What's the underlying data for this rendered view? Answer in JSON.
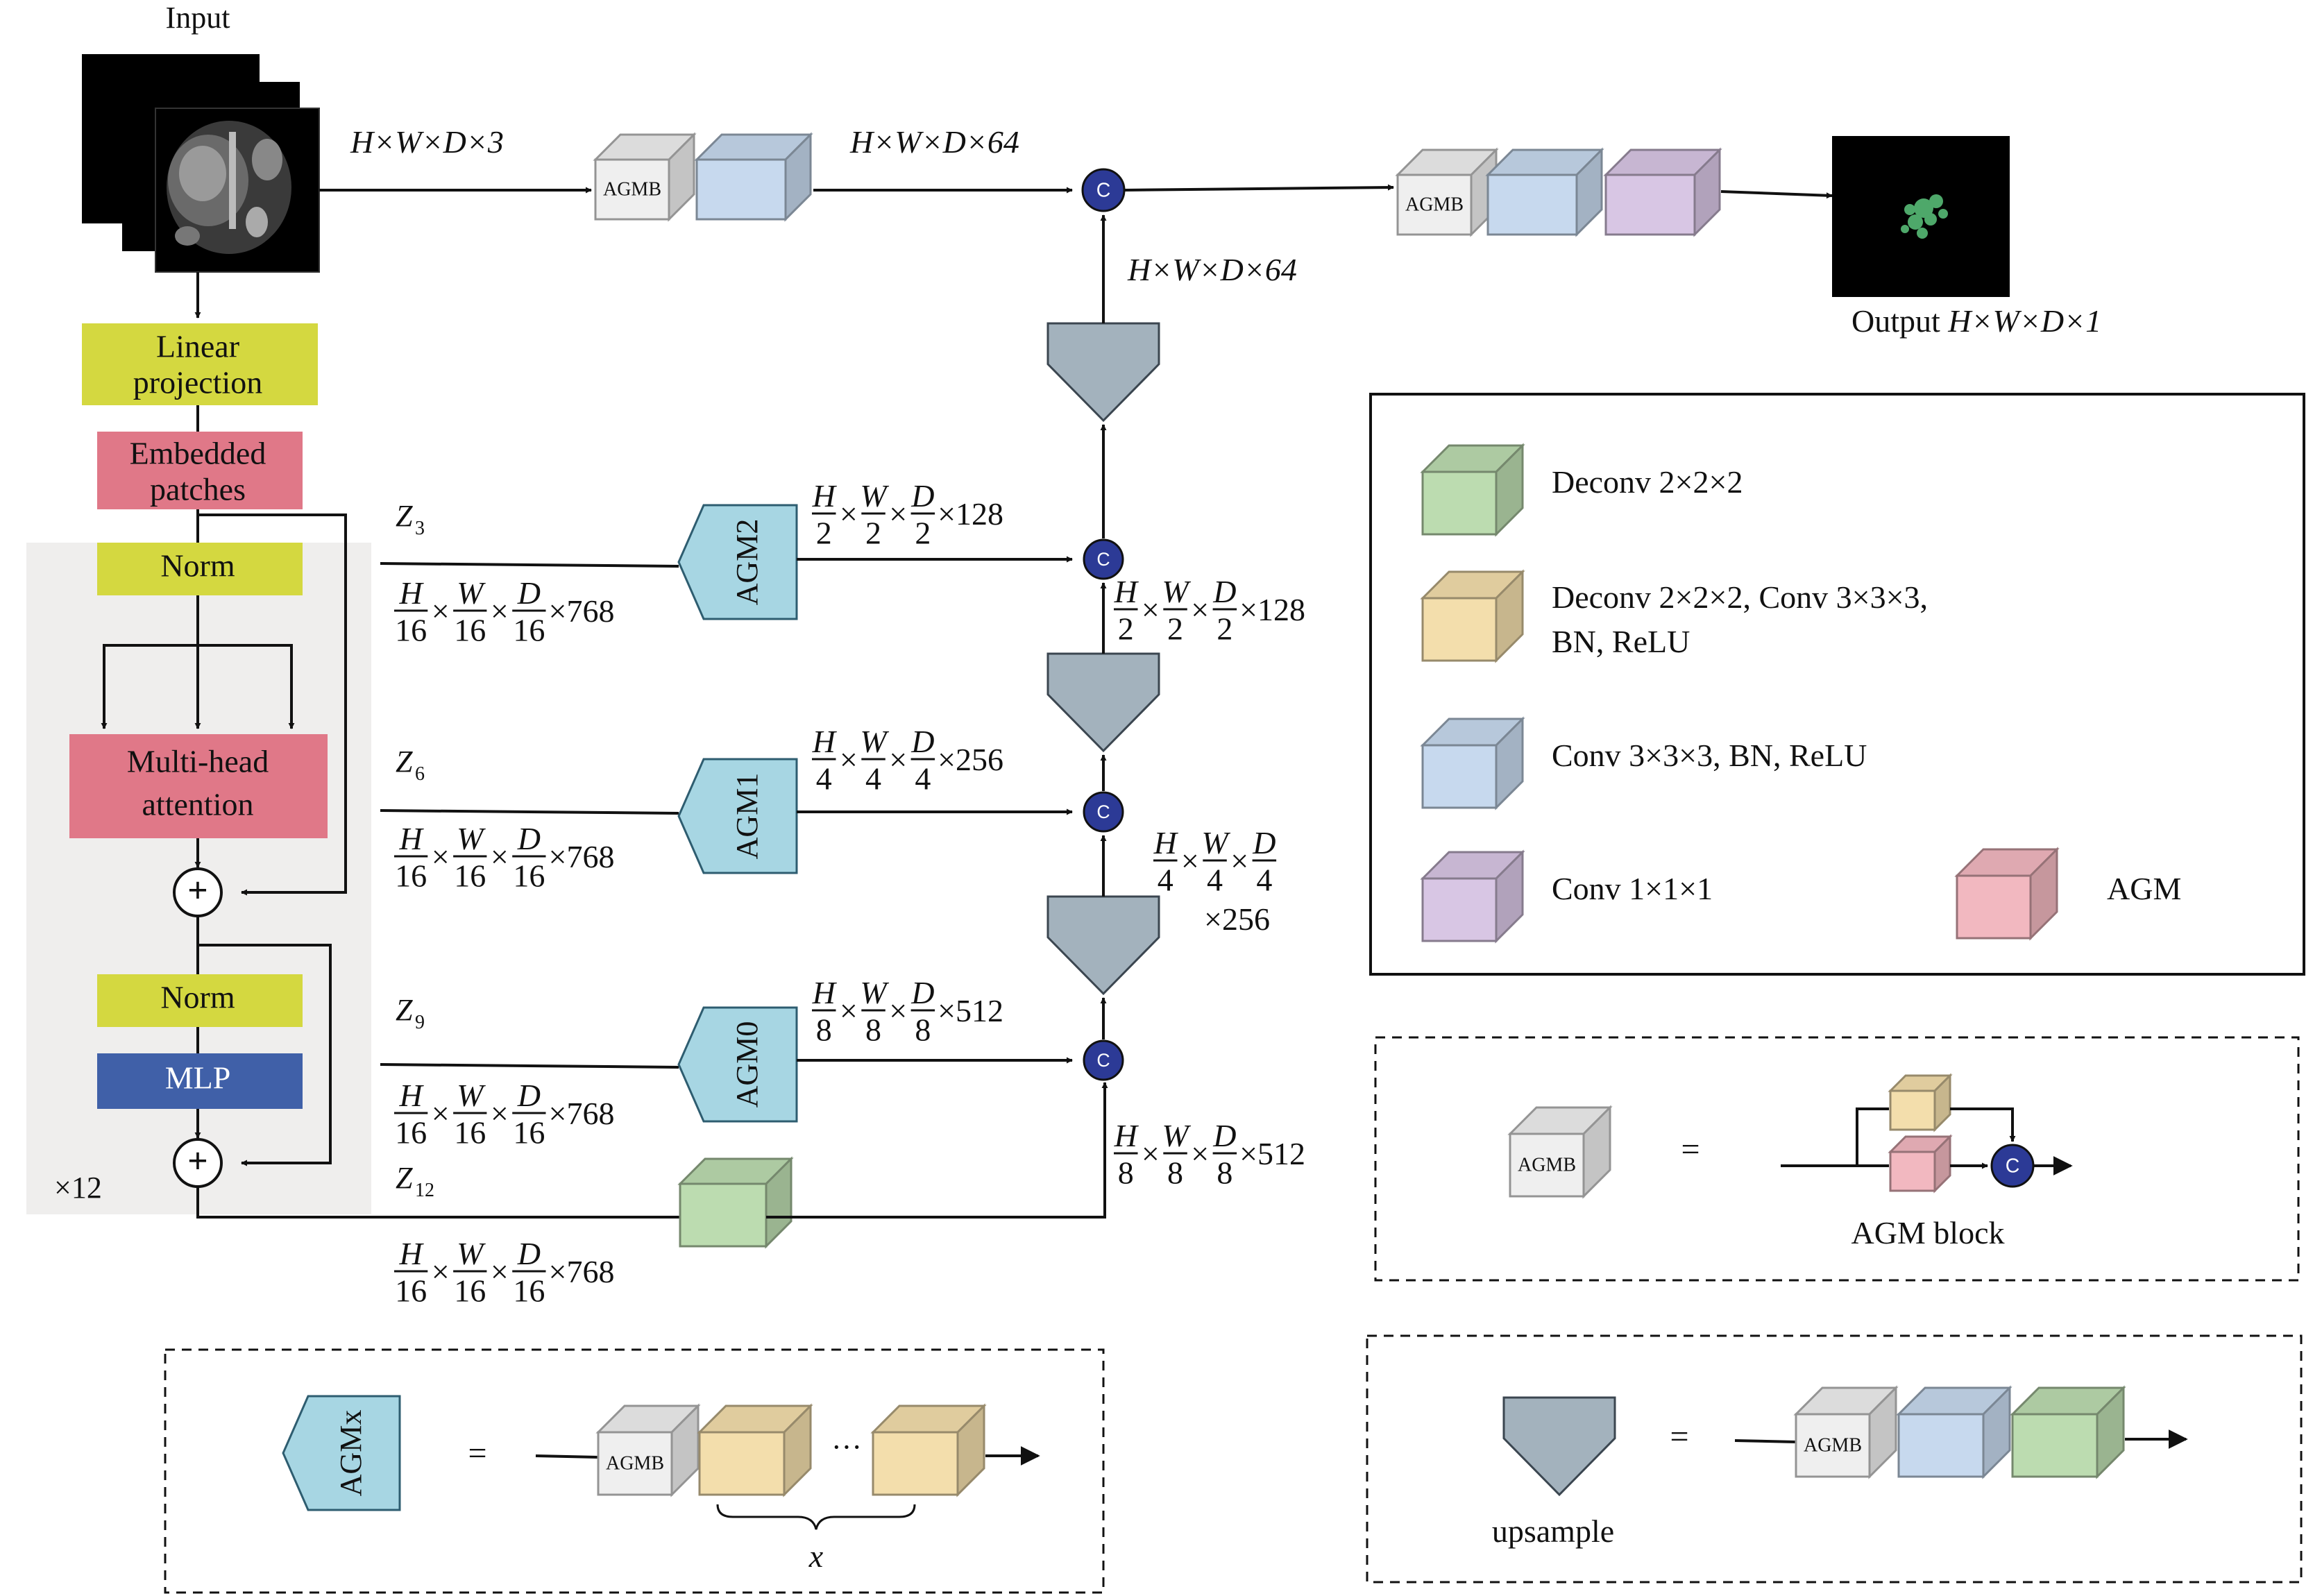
{
  "input": {
    "label": "Input",
    "dims": "H×W×D×3"
  },
  "output": {
    "label": "Output",
    "dims": "H×W×D×1"
  },
  "encoder": {
    "linear_projection": [
      "Linear",
      "projection"
    ],
    "embedded_patches": [
      "Embedded",
      "patches"
    ],
    "norm": "Norm",
    "attention": [
      "Multi-head",
      "attention"
    ],
    "mlp": "MLP",
    "repeat": "×12",
    "plus": "+"
  },
  "skips": [
    {
      "z": "Z",
      "sub": "3",
      "agm": "AGM2",
      "in_dims": {
        "h": "H",
        "w": "W",
        "d": "D",
        "den": "16",
        "tail": "×768"
      },
      "out_dims": {
        "den": "2",
        "tail": "×128"
      }
    },
    {
      "z": "Z",
      "sub": "6",
      "agm": "AGM1",
      "in_dims": {
        "h": "H",
        "w": "W",
        "d": "D",
        "den": "16",
        "tail": "×768"
      },
      "out_dims": {
        "den": "4",
        "tail": "×256"
      }
    },
    {
      "z": "Z",
      "sub": "9",
      "agm": "AGM0",
      "in_dims": {
        "h": "H",
        "w": "W",
        "d": "D",
        "den": "16",
        "tail": "×768"
      },
      "out_dims": {
        "den": "8",
        "tail": "×512"
      }
    },
    {
      "z": "Z",
      "sub": "12",
      "in_dims": {
        "h": "H",
        "w": "W",
        "d": "D",
        "den": "16",
        "tail": "×768"
      }
    }
  ],
  "decoder": {
    "top_dims": "H×W×D×64",
    "up1_dims": "H×W×D×64",
    "concat": "C",
    "mid_dims": [
      {
        "den": "2",
        "tail": "×128"
      },
      {
        "den": "4",
        "tail": "×256"
      },
      {
        "den": "8",
        "tail": "×512"
      }
    ]
  },
  "agmb_label": "AGMB",
  "legend": {
    "items": [
      {
        "label": "Deconv 2×2×2",
        "color": "#bcdcb0"
      },
      {
        "label": [
          "Deconv 2×2×2, Conv 3×3×3,",
          "BN, ReLU"
        ],
        "color": "#f3deac"
      },
      {
        "label": "Conv 3×3×3, BN, ReLU",
        "color": "#c7d9ee"
      },
      {
        "label": "Conv 1×1×1",
        "color": "#d8c6e4"
      },
      {
        "label": "AGM",
        "color": "#f2b8c0"
      }
    ]
  },
  "agm_block": {
    "caption": "AGM block",
    "equals": "="
  },
  "agmx_def": {
    "label": "AGMx",
    "equals": "=",
    "ellipsis": "···",
    "brace_label": "x"
  },
  "upsample_def": {
    "caption": "upsample",
    "equals": "="
  },
  "colors": {
    "yellow_green": "#d4d840",
    "pink": "#e07888",
    "mlp_blue": "#4060a8",
    "agm_blue": "#a7d6e3",
    "upsample_gray": "#a3b2bd",
    "concat_navy": "#2c3a96",
    "encoder_bg": "#efeeed"
  }
}
